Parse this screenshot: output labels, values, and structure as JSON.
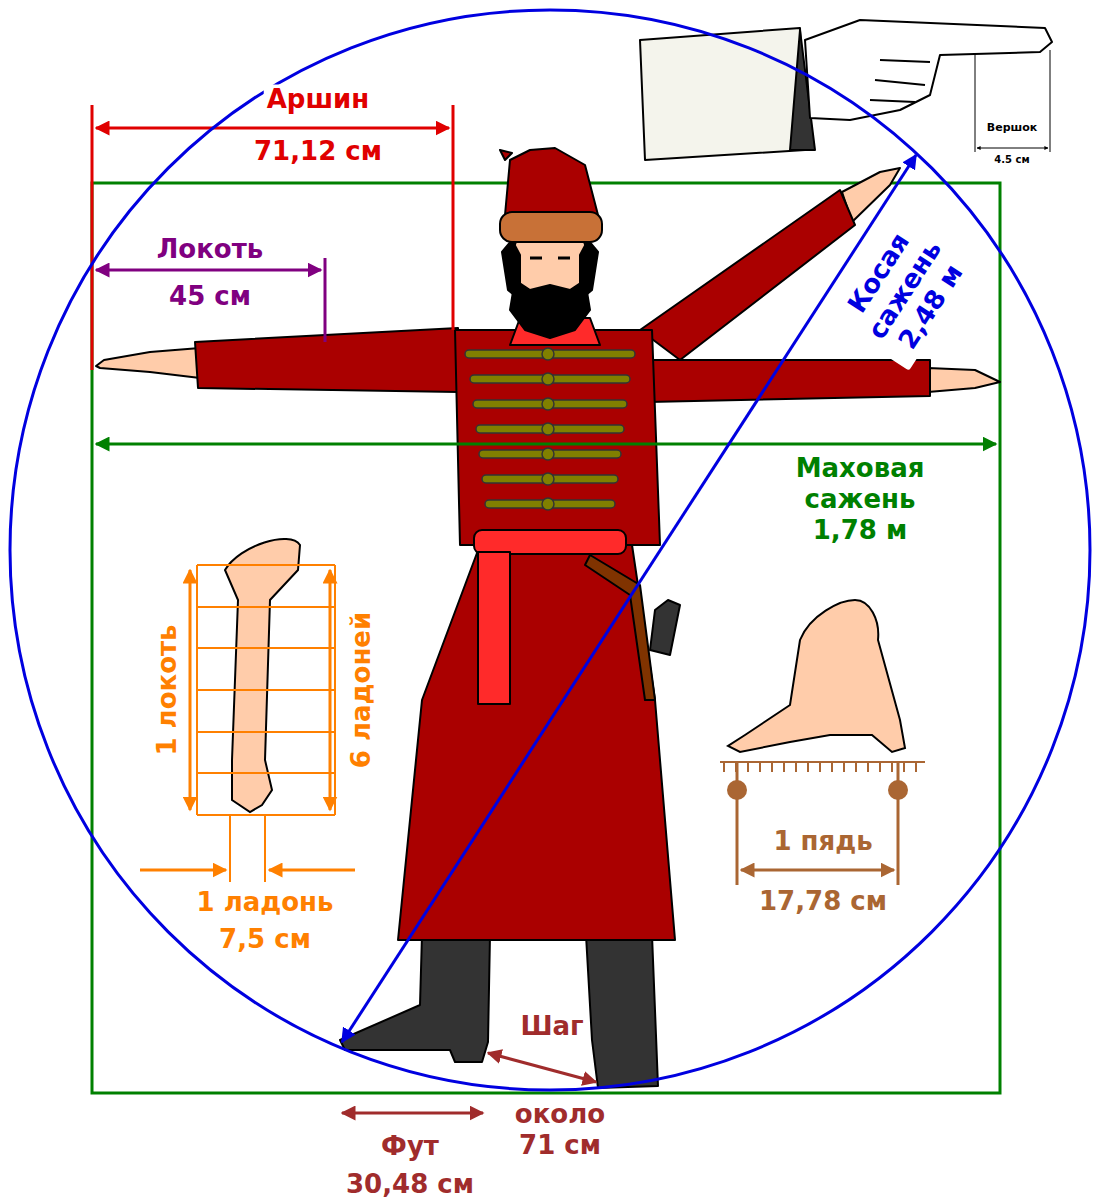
{
  "diagram": {
    "labels": [
      "Аршин",
      "71,12 см",
      "Вершок",
      "4.5 см",
      "Локоть",
      "45 см",
      "Косая сажень 2,48 м",
      "Маховая сажень 1,78 м",
      "1 локоть",
      "6 ладоней",
      "1 ладонь",
      "7,5 см",
      "1 пядь",
      "17,78 см",
      "Шаг",
      "около 71 см",
      "Фут",
      "30,48 см"
    ]
  }
}
